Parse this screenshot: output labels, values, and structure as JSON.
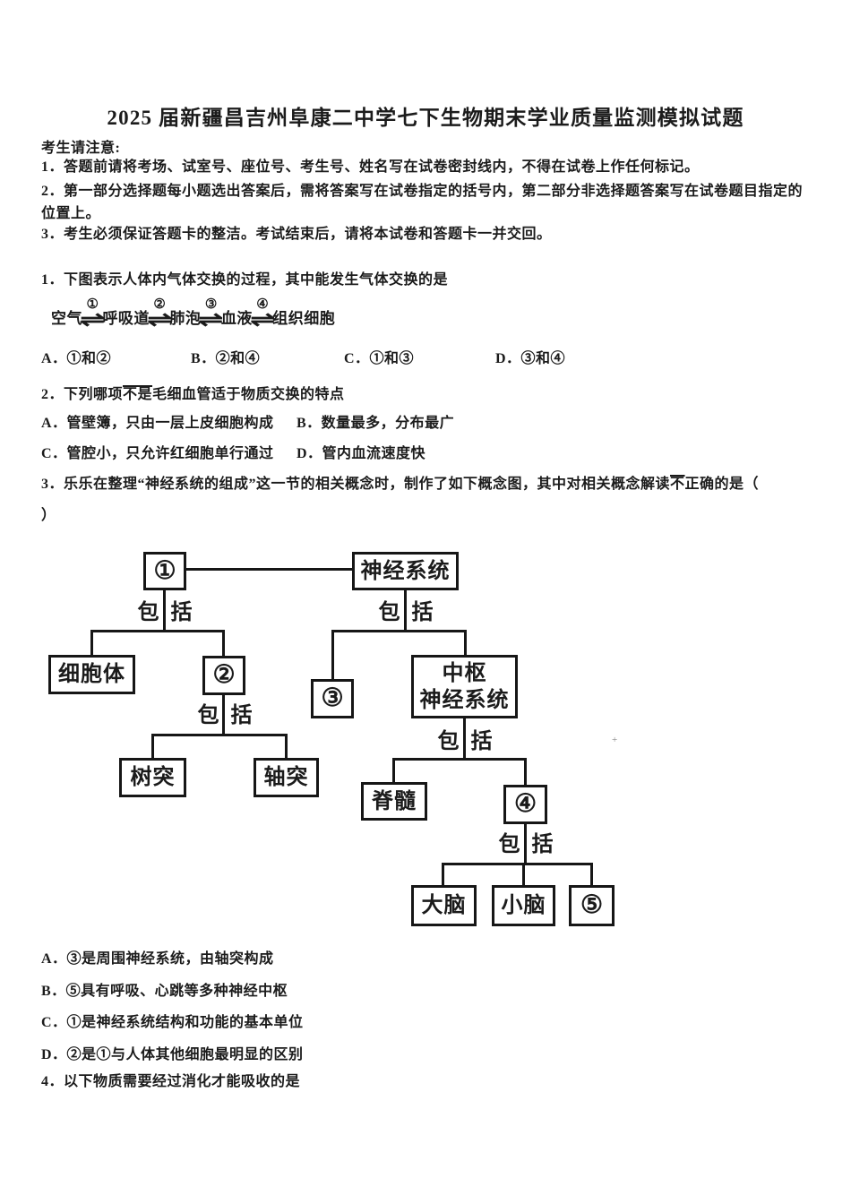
{
  "page": {
    "title": "2025 届新疆昌吉州阜康二中学七下生物期末学业质量监测模拟试题",
    "notice_heading": "考生请注意:",
    "notices": [
      "1．答题前请将考场、试室号、座位号、考生号、姓名写在试卷密封线内，不得在试卷上作任何标记。",
      "2．第一部分选择题每小题选出答案后，需将答案写在试卷指定的括号内，第二部分非选择题答案写在试卷题目指定的位置上。",
      "3．考生必须保证答题卡的整洁。考试结束后，请将本试卷和答题卡一并交回。"
    ]
  },
  "q1": {
    "text": "1．下图表示人体内气体交换的过程，其中能发生气体交换的是",
    "diagram": {
      "nodes": [
        "空气",
        "呼吸道",
        "肺泡",
        "血液",
        "组织细胞"
      ],
      "arrows": [
        "①",
        "②",
        "③",
        "④"
      ],
      "arrow_glyph": "⇌"
    },
    "options": [
      "A．①和②",
      "B．②和④",
      "C．①和③",
      "D．③和④"
    ]
  },
  "q2": {
    "prefix": "2．下列哪项",
    "emphasis": "不是",
    "suffix": "毛细血管适于物质交换的特点",
    "option_a": "A．管壁簿，只由一层上皮细胞构成",
    "option_b": "B．数量最多，分布最广",
    "option_c": "C．管腔小，只允许红细胞单行通过",
    "option_d": "D．管内血流速度快"
  },
  "q3": {
    "prefix": "3．乐乐在整理“神经系统的组成”这一节的相关概念时，制作了如下概念图，其中对相关概念解读",
    "emphasis": "不",
    "suffix": "正确的是（",
    "close_paren": "）",
    "options": [
      "A．③是周围神经系统，由轴突构成",
      "B．⑤具有呼吸、心跳等多种神经中枢",
      "C．①是神经系统结构和功能的基本单位",
      "D．②是①与人体其他细胞最明显的区别"
    ]
  },
  "concept_map": {
    "node1": "①",
    "nervous_system": "神经系统",
    "cell_body": "细胞体",
    "node2": "②",
    "node3": "③",
    "cns_line1": "中枢",
    "cns_line2": "神经系统",
    "dendrite": "树突",
    "axon": "轴突",
    "spinal_cord": "脊髓",
    "node4": "④",
    "cerebrum": "大脑",
    "cerebellum": "小脑",
    "node5": "⑤",
    "include_left": "包",
    "include_right": "括",
    "stray_mark": "+"
  },
  "q4": {
    "text": "4．以下物质需要经过消化才能吸收的是"
  },
  "colors": {
    "ink": "#1b1b1b",
    "paper": "#ffffff"
  }
}
